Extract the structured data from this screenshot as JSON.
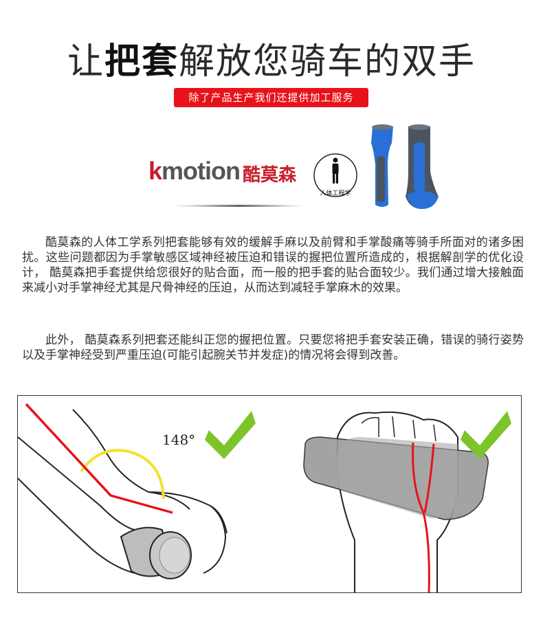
{
  "header": {
    "title_part1": "让",
    "title_bold": "把套",
    "title_part2": "解放您骑车的双手",
    "subtitle": "除了产品生产我们还提供加工服务"
  },
  "brand": {
    "logo_en_k": "k",
    "logo_en_rest": "motion",
    "logo_cn": "酷莫森",
    "badge_label": "人体工程学",
    "badge_icon": "person-icon"
  },
  "colors": {
    "accent_red": "#e8121a",
    "grip_blue": "#2a6fd6",
    "grip_gray": "#4a5560",
    "check_green": "#7cc42a",
    "arc_yellow": "#f2e22a"
  },
  "body": {
    "paragraph1": "酷莫森的人体工学系列把套能够有效的缓解手麻以及前臂和手掌酸痛等骑手所面对的诸多困扰。这些问题都因为手掌敏感区域神经被压迫和错误的握把位置所造成的，根据解剖学的优化设计，  酷莫森把手套提供给您很好的贴合面，而一般的把手套的贴合面较少。我们通过增大接触面来减小对手掌神经尤其是尺骨神经的压迫，从而达到减轻手掌麻木的效果。",
    "paragraph2": "此外，  酷莫森系列把套还能纠正您的握把位置。只要您将把手套安装正确，错误的骑行姿势以及手掌神经受到严重压迫(可能引起腕关节并发症)的情况将会得到改善。"
  },
  "illustration": {
    "angle_label": "148°",
    "left_icon": "checkmark-icon",
    "right_icon": "checkmark-icon"
  }
}
